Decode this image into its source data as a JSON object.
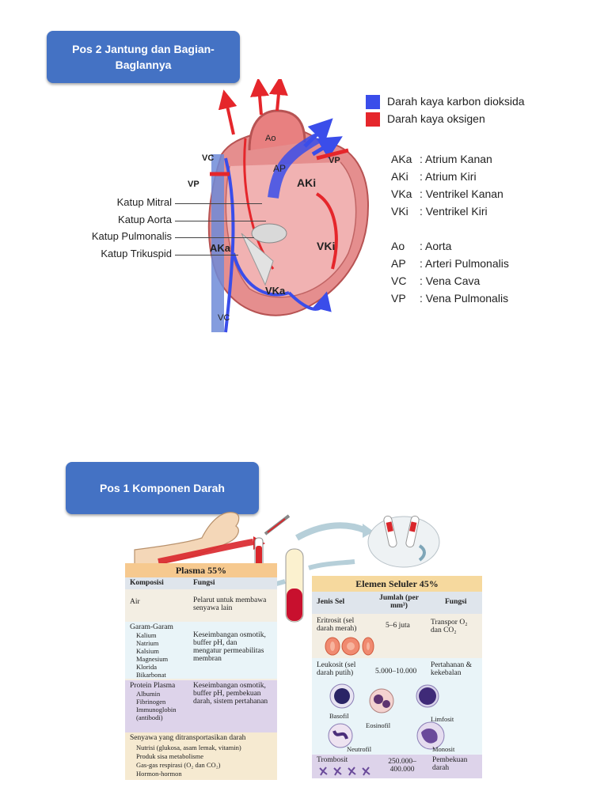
{
  "pos2": {
    "title": "Pos 2 Jantung dan Bagian-Baglannya",
    "legend": [
      {
        "label": "Darah kaya karbon dioksida",
        "color": "#3a4dea"
      },
      {
        "label": "Darah kaya oksigen",
        "color": "#e5262b"
      }
    ],
    "abbreviations": [
      {
        "key": "AKa",
        "value": ": Atrium Kanan"
      },
      {
        "key": "AKi",
        "value": ": Atrium Kiri"
      },
      {
        "key": "VKa",
        "value": ": Ventrikel Kanan"
      },
      {
        "key": "VKi",
        "value": ": Ventrikel Kiri"
      },
      {
        "key": "Ao",
        "value": ": Aorta"
      },
      {
        "key": "AP",
        "value": ": Arteri Pulmonalis"
      },
      {
        "key": "VC",
        "value": ": Vena Cava"
      },
      {
        "key": "VP",
        "value": ": Vena Pulmonalis"
      }
    ],
    "valves": [
      "Katup Mitral",
      "Katup Aorta",
      "Katup Pulmonalis",
      "Katup Trikuspid"
    ],
    "heart_labels": {
      "ao": "Ao",
      "ap": "AP",
      "vc_top": "VC",
      "vp_left": "VP",
      "vp_right": "VP",
      "aki": "AKi",
      "aka": "AKa",
      "vki": "VKi",
      "vka": "VKa",
      "vc_bottom": "VC"
    }
  },
  "pos1": {
    "title": "Pos 1 Komponen Darah",
    "plasma": {
      "title": "Plasma 55%",
      "col1": "Komposisi",
      "col2": "Fungsi",
      "rows": [
        {
          "komposisi": "Air",
          "items": [],
          "fungsi": "Pelarut untuk membawa senyawa lain"
        },
        {
          "komposisi": "Garam-Garam",
          "items": [
            "Kalium",
            "Natrium",
            "Kalsium",
            "Magnesium",
            "Klorida",
            "Bikarbonat"
          ],
          "fungsi": "Keseimbangan osmotik, buffer pH, dan mengatur permeabilitas membran"
        },
        {
          "komposisi": "Protein Plasma",
          "items": [
            "Albumin",
            "Fibrinogen",
            "Immunoglobin (antibodi)"
          ],
          "fungsi": "Keseimbangan osmotik, buffer pH, pembekuan darah, sistem pertahanan"
        }
      ],
      "transport_title": "Senyawa yang ditransportasikan darah",
      "transport_items": [
        "Nutrisi (glukosa, asam lemak, vitamin)",
        "Produk sisa metabolisme",
        "Gas-gas respirasi (O₂ dan CO₂)",
        "Hormon-hormon"
      ]
    },
    "elemen": {
      "title": "Elemen Seluler 45%",
      "col1": "Jenis Sel",
      "col2": "Jumlah (per mm³)",
      "col3": "Fungsi",
      "eritrosit": {
        "name": "Eritrosit (sel darah merah)",
        "jumlah": "5–6 juta",
        "fungsi": "Transpor O₂ dan CO₂"
      },
      "leukosit": {
        "name": "Leukosit (sel darah putih)",
        "jumlah": "5.000–10.000",
        "fungsi": "Pertahanan & kekebalan",
        "types": [
          "Basofil",
          "Eosinofil",
          "Limfosit",
          "Neutrofil",
          "Monosit"
        ]
      },
      "trombosit": {
        "name": "Trombosit",
        "jumlah": "250.000–400.000",
        "fungsi": "Pembekuan darah"
      }
    }
  }
}
